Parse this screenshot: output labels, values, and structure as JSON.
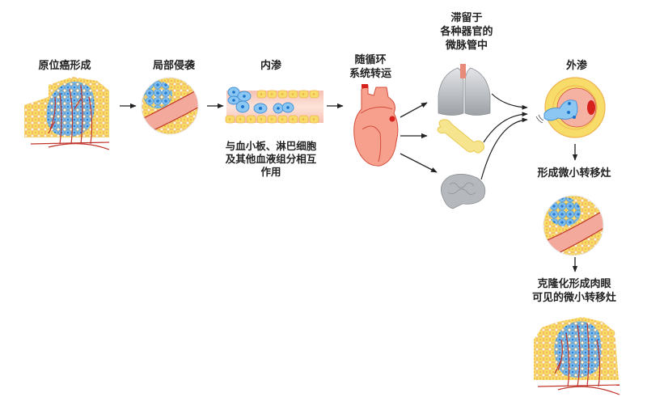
{
  "title": "Cancer metastasis cascade",
  "stages": [
    {
      "id": "in-situ",
      "label": "原位癌形成"
    },
    {
      "id": "local-invasion",
      "label": "局部侵袭"
    },
    {
      "id": "intravasation",
      "label": "内渗",
      "note": [
        "与血小板、淋巴细胞",
        "及其他血液组分相互",
        "作用"
      ]
    },
    {
      "id": "circulation",
      "label": [
        "随循环",
        "系统转运"
      ]
    },
    {
      "id": "arrest",
      "label": [
        "滞留于",
        "各种器官的",
        "微脉管中"
      ],
      "organs": [
        "lung",
        "bone",
        "brain"
      ]
    },
    {
      "id": "extravasation",
      "label": "外渗"
    },
    {
      "id": "micrometastasis",
      "label": "形成微小转移灶"
    },
    {
      "id": "colonization",
      "label": [
        "克隆化形成肉眼",
        "可见的微小转移灶"
      ]
    }
  ],
  "colors": {
    "normal_cell": "#f7d85c",
    "normal_cell_border": "#f2b95a",
    "tumor_cell": "#6fb4ea",
    "tumor_nucleus": "#1a73c9",
    "vessel": "#c0352b",
    "vessel_fill": "#f2a79a",
    "heart": "#f08a78",
    "organ_gray": "#a9adb1",
    "bone": "#f6e58e",
    "arrow": "#222222"
  }
}
